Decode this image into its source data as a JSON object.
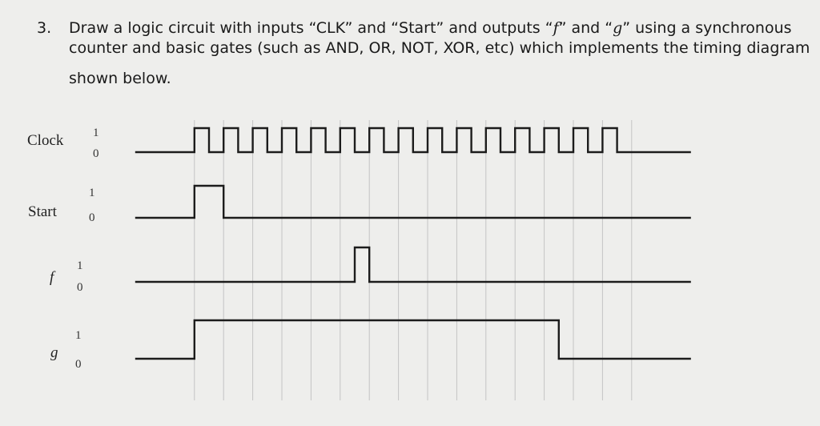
{
  "question": {
    "number": "3.",
    "line1_a": "Draw a logic circuit with inputs “CLK” and “Start” and outputs “",
    "line1_f": "f",
    "line1_b": "” and “",
    "line1_g": "g",
    "line1_c": "” using a synchronous",
    "line2": "counter and basic gates (such as AND, OR, NOT, XOR, etc) which implements the timing diagram",
    "line3": "shown below."
  },
  "signals": [
    {
      "name": "Clock",
      "high_label": "1",
      "low_label": "0",
      "levels": [
        0,
        0,
        0,
        0,
        1,
        0,
        1,
        0,
        1,
        0,
        1,
        0,
        1,
        0,
        1,
        0,
        1,
        0,
        1,
        0,
        1,
        0,
        1,
        0,
        1,
        0,
        1,
        0,
        1,
        0,
        1,
        0,
        1,
        0,
        0,
        0,
        0,
        0
      ]
    },
    {
      "name": "Start",
      "high_label": "1",
      "low_label": "0",
      "levels": [
        0,
        0,
        0,
        0,
        1,
        1,
        0,
        0,
        0,
        0,
        0,
        0,
        0,
        0,
        0,
        0,
        0,
        0,
        0,
        0,
        0,
        0,
        0,
        0,
        0,
        0,
        0,
        0,
        0,
        0,
        0,
        0,
        0,
        0,
        0,
        0,
        0,
        0
      ]
    },
    {
      "name": "f",
      "high_label": "1",
      "low_label": "0",
      "levels": [
        0,
        0,
        0,
        0,
        0,
        0,
        0,
        0,
        0,
        0,
        0,
        0,
        0,
        0,
        0,
        1,
        0,
        0,
        0,
        0,
        0,
        0,
        0,
        0,
        0,
        0,
        0,
        0,
        0,
        0,
        0,
        0,
        0,
        0,
        0,
        0,
        0,
        0
      ]
    },
    {
      "name": "g",
      "high_label": "1",
      "low_label": "0",
      "levels": [
        0,
        0,
        0,
        0,
        1,
        1,
        1,
        1,
        1,
        1,
        1,
        1,
        1,
        1,
        1,
        1,
        1,
        1,
        1,
        1,
        1,
        1,
        1,
        1,
        1,
        1,
        1,
        1,
        1,
        0,
        0,
        0,
        0,
        0,
        0,
        0,
        0,
        0
      ]
    }
  ]
}
